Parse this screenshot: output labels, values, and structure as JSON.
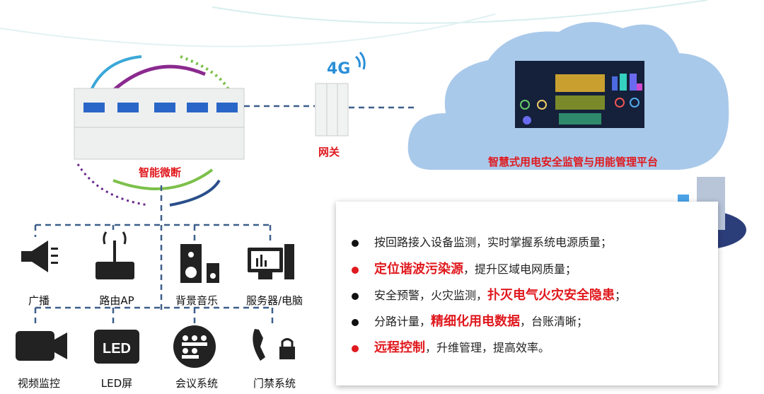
{
  "breaker": {
    "label": "智能微断"
  },
  "gateway": {
    "label": "网关",
    "network": "4G"
  },
  "cloud": {
    "label": "智慧式用电安全监管与用能管理平台"
  },
  "devices_row1": [
    {
      "label": "广播",
      "icon": "megaphone-icon"
    },
    {
      "label": "路由AP",
      "icon": "router-icon"
    },
    {
      "label": "背景音乐",
      "icon": "speaker-icon"
    },
    {
      "label": "服务器/电脑",
      "icon": "computer-icon"
    }
  ],
  "devices_row2": [
    {
      "label": "视频监控",
      "icon": "video-camera-icon"
    },
    {
      "label": "LED屏",
      "icon": "led-screen-icon",
      "icon_text": "LED"
    },
    {
      "label": "会议系统",
      "icon": "meeting-icon"
    },
    {
      "label": "门禁系统",
      "icon": "access-control-icon"
    }
  ],
  "features": [
    {
      "parts": [
        {
          "t": "按回路接入设备监测，实时掌握系统电源质量；",
          "hl": false
        }
      ],
      "bullet": "black"
    },
    {
      "parts": [
        {
          "t": "定位谐波污染源",
          "hl": true
        },
        {
          "t": "，提升区域电网质量；",
          "hl": false
        }
      ],
      "bullet": "red"
    },
    {
      "parts": [
        {
          "t": "安全预警，火灾监测，",
          "hl": false
        },
        {
          "t": "扑灭电气火灾安全隐患",
          "hl": true
        },
        {
          "t": "；",
          "hl": false
        }
      ],
      "bullet": "black"
    },
    {
      "parts": [
        {
          "t": "分路计量，",
          "hl": false
        },
        {
          "t": "精细化用电数据",
          "hl": true
        },
        {
          "t": "，台账清晰；",
          "hl": false
        }
      ],
      "bullet": "black"
    },
    {
      "parts": [
        {
          "t": "远程控制",
          "hl": true
        },
        {
          "t": "，升维管理，提高效率。",
          "hl": false
        }
      ],
      "bullet": "red"
    }
  ],
  "colors": {
    "accent": "#e0191e",
    "cloud": "#a9c9ea",
    "line": "#3d5f8a"
  }
}
